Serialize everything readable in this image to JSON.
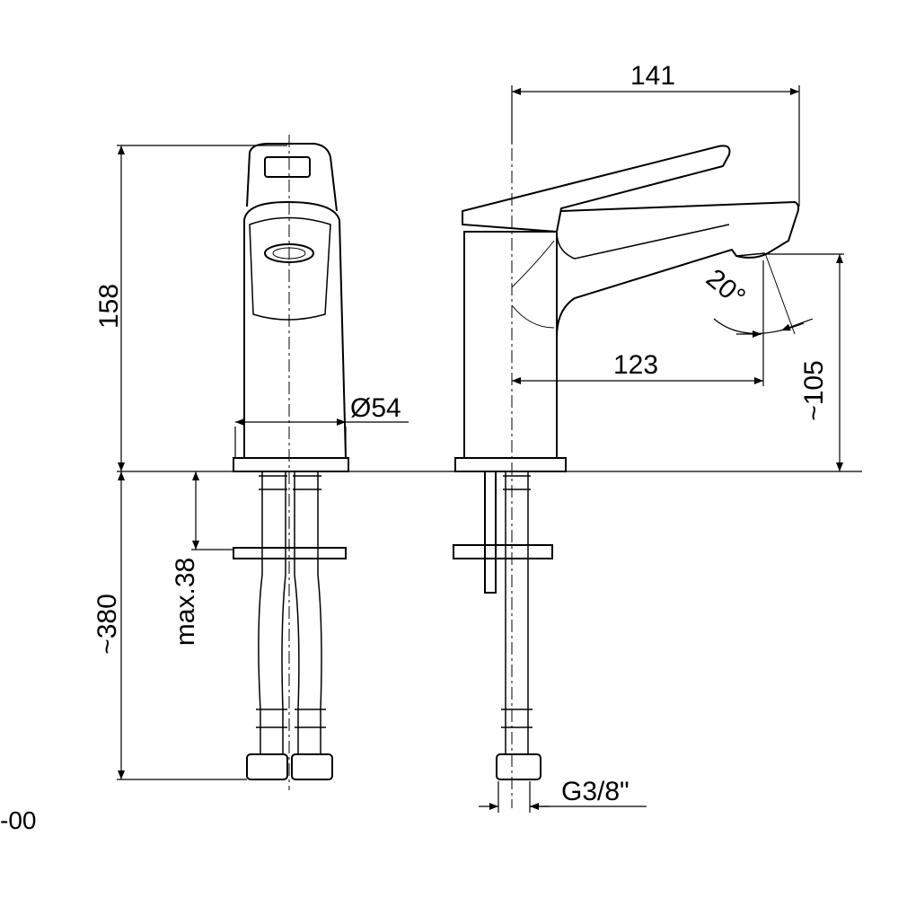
{
  "drawing": {
    "dimensions": {
      "overall_reach": "141",
      "spout_reach": "123",
      "height": "158",
      "spout_height": "~105",
      "diameter": "Ø54",
      "hose_length": "~380",
      "max_counter_thickness": "max.38",
      "thread": "G3/8\"",
      "spout_angle": "20°"
    },
    "code_suffix": "-00"
  }
}
